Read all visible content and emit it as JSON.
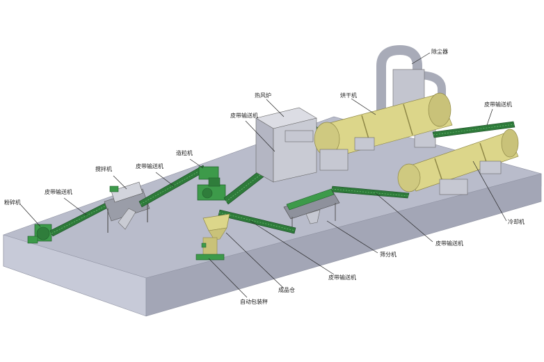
{
  "colors": {
    "background": "#ffffff",
    "platform_top": "#b9bccb",
    "platform_front": "#c7cad8",
    "platform_side": "#a3a6b6",
    "machine_green": "#3d9a4a",
    "machine_green_dark": "#1f5d2a",
    "drum_yellow": "#dcd68a",
    "drum_yellow_dark": "#b9b064",
    "steel_gray": "#a8abb8",
    "block_gray": "#c6c8d2"
  },
  "labels": {
    "crusher": "粉碎机",
    "belt_conveyor_1": "皮带输送机",
    "mixer": "搅拌机",
    "belt_conveyor_2": "皮带输送机",
    "granulator": "造粒机",
    "hot_air_stove": "热风炉",
    "belt_conveyor_3": "皮带输送机",
    "dust_collector": "除尘器",
    "dryer": "烘干机",
    "belt_conveyor_4": "皮带输送机",
    "cooler": "冷却机",
    "belt_conveyor_5": "皮带输送机",
    "screener": "筛分机",
    "belt_conveyor_6": "皮带输送机",
    "product_bin": "成品仓",
    "auto_packer": "自动包装秤"
  }
}
